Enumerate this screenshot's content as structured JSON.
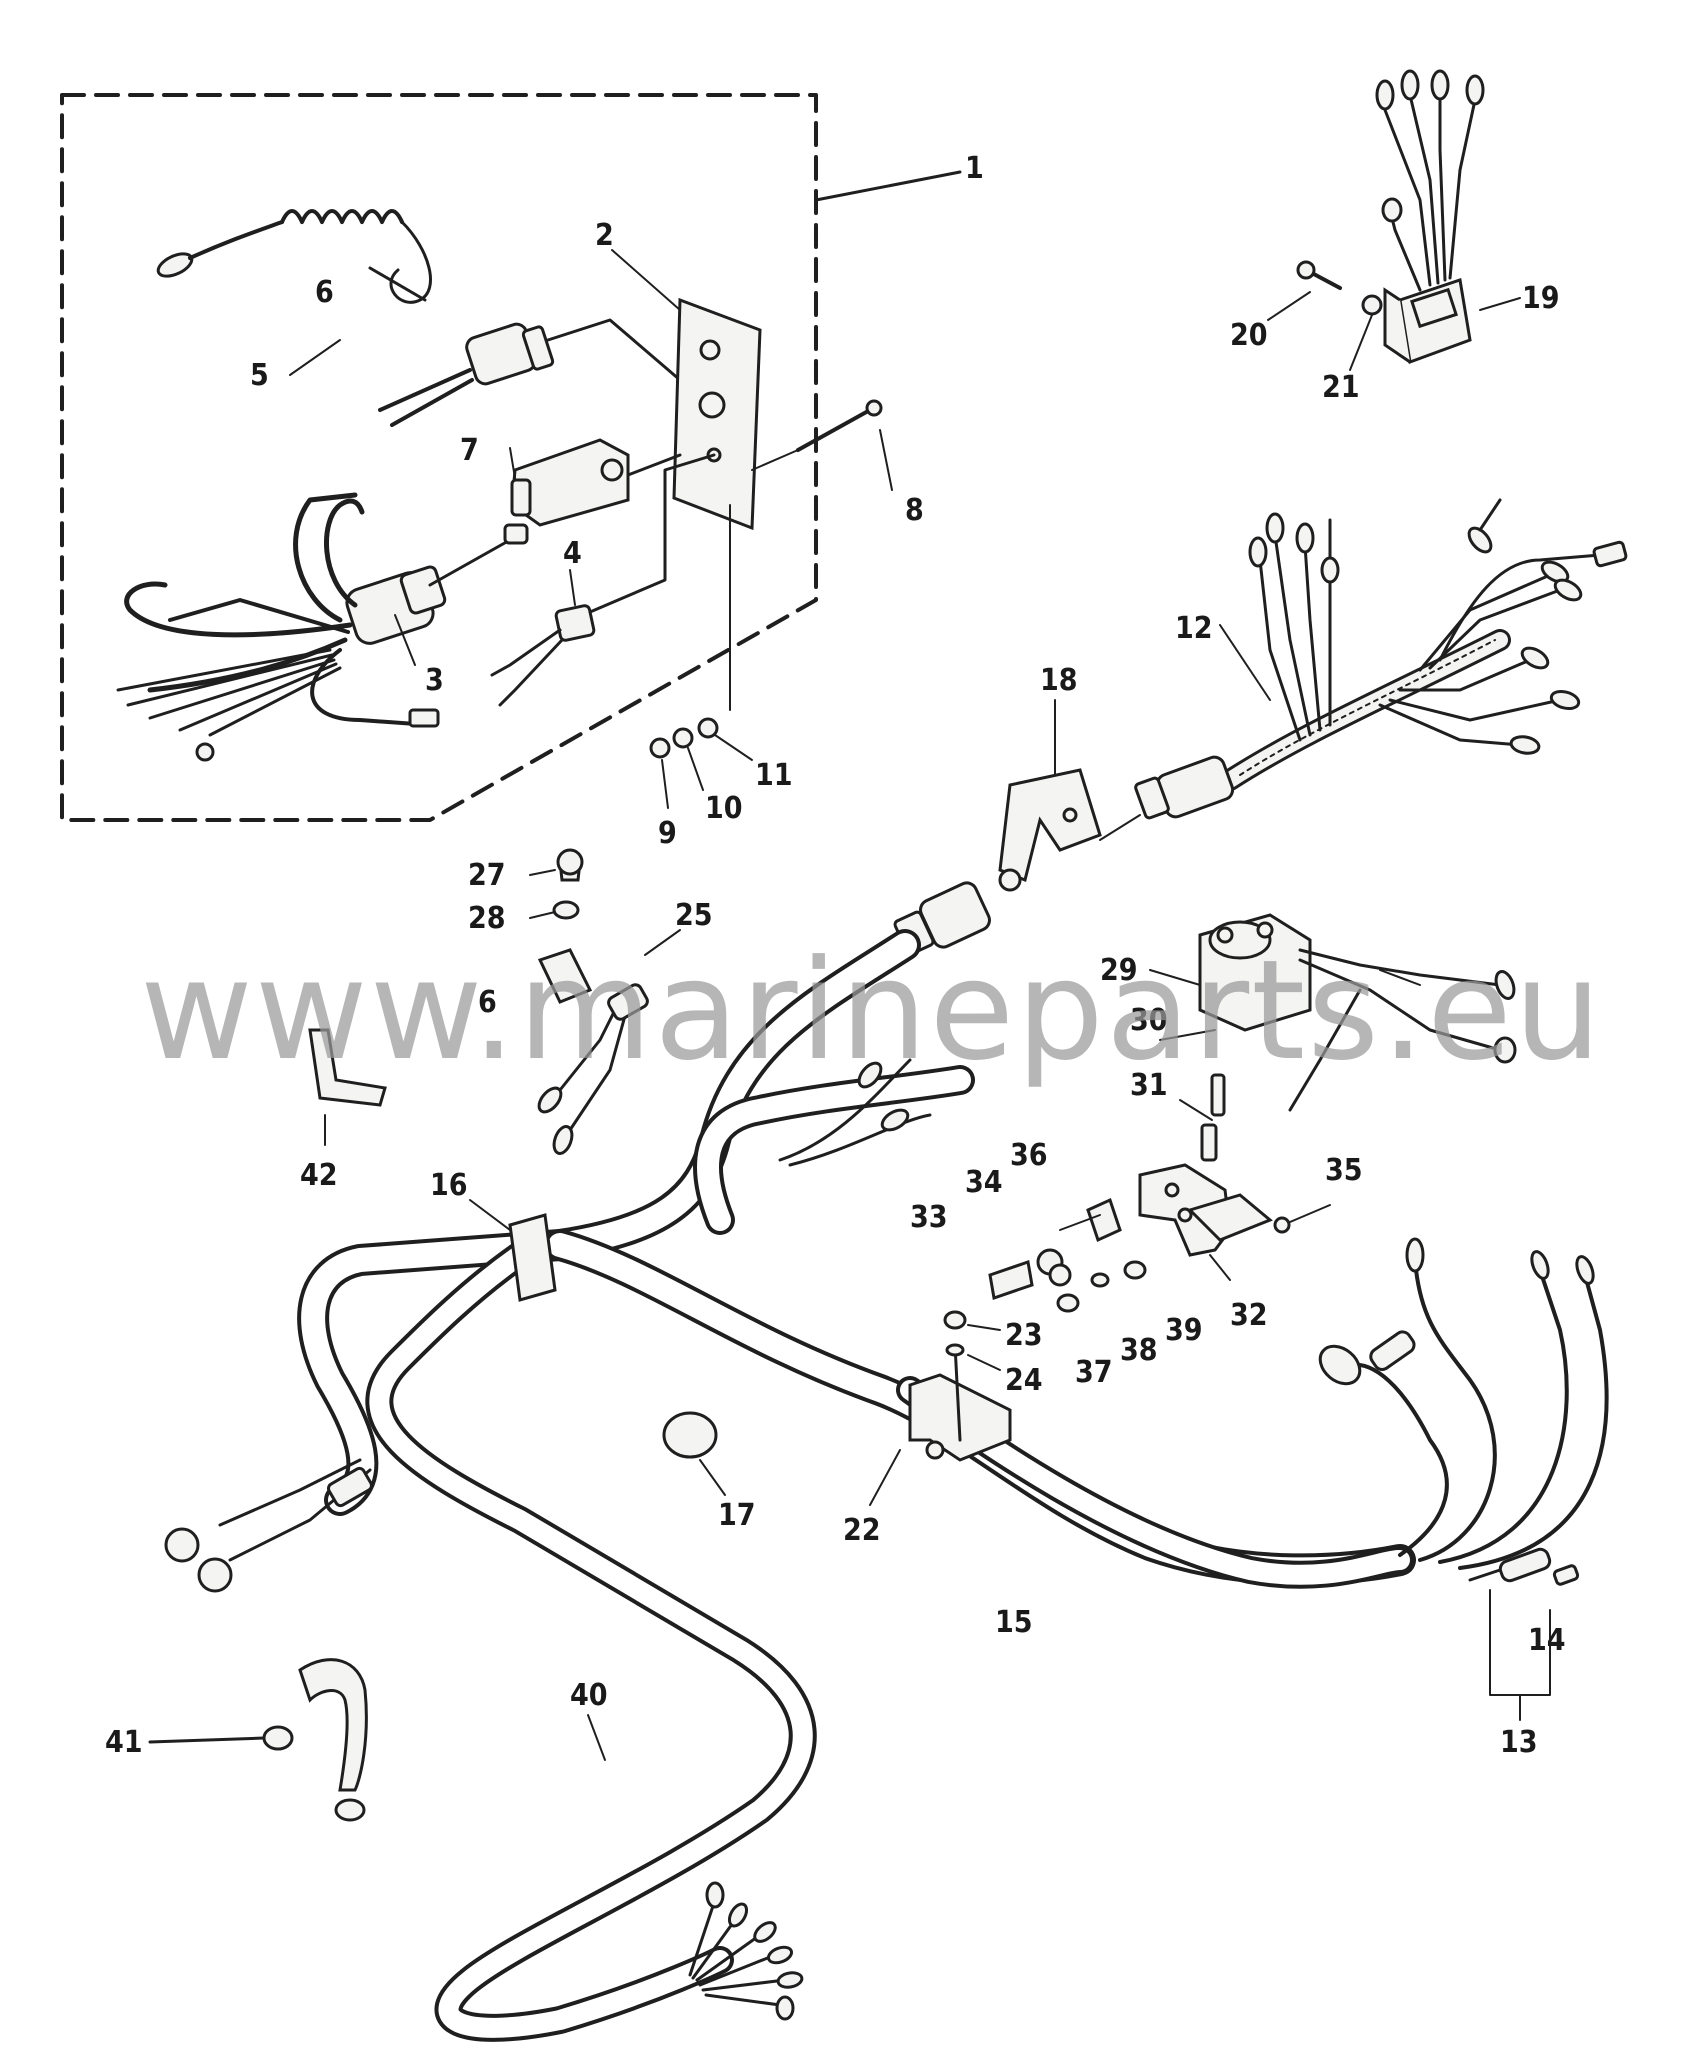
{
  "watermark": "www.marineparts.eu",
  "callouts": {
    "c1": "1",
    "c2": "2",
    "c3": "3",
    "c4": "4",
    "c5": "5",
    "c6a": "6",
    "c6b": "6",
    "c7": "7",
    "c8": "8",
    "c9": "9",
    "c10": "10",
    "c11": "11",
    "c12": "12",
    "c13": "13",
    "c14": "14",
    "c15": "15",
    "c16": "16",
    "c17": "17",
    "c18": "18",
    "c19": "19",
    "c20": "20",
    "c21": "21",
    "c22": "22",
    "c23": "23",
    "c24": "24",
    "c25": "25",
    "c27": "27",
    "c28": "28",
    "c29": "29",
    "c30": "30",
    "c31": "31",
    "c32": "32",
    "c33": "33",
    "c34": "34",
    "c35": "35",
    "c36": "36",
    "c37": "37",
    "c38": "38",
    "c39": "39",
    "c40": "40",
    "c41": "41",
    "c42": "42"
  }
}
